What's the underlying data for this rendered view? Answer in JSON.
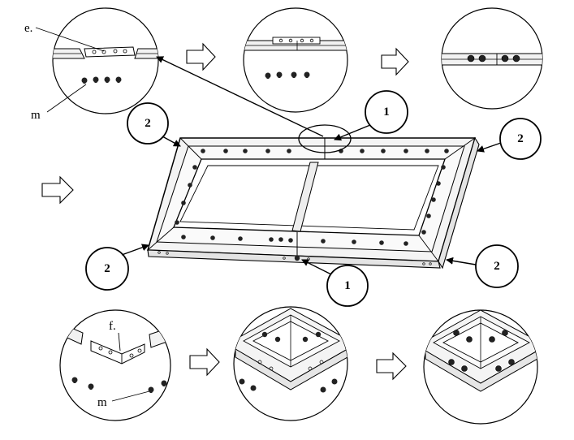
{
  "labels": {
    "part_e": "e.",
    "part_m_top": "m",
    "part_f": "f.",
    "part_m_bottom": "m"
  },
  "callouts": {
    "top_center": "1",
    "bottom_center": "1",
    "upper_left": "2",
    "upper_right": "2",
    "lower_left": "2",
    "lower_right": "2"
  },
  "colors": {
    "line": "#000000",
    "background": "#ffffff",
    "frame_fill": "#f4f4f4",
    "screw": "#222222"
  },
  "icons": {
    "step_arrow": "hollow-right-arrow",
    "pointer": "filled-arrowhead"
  }
}
